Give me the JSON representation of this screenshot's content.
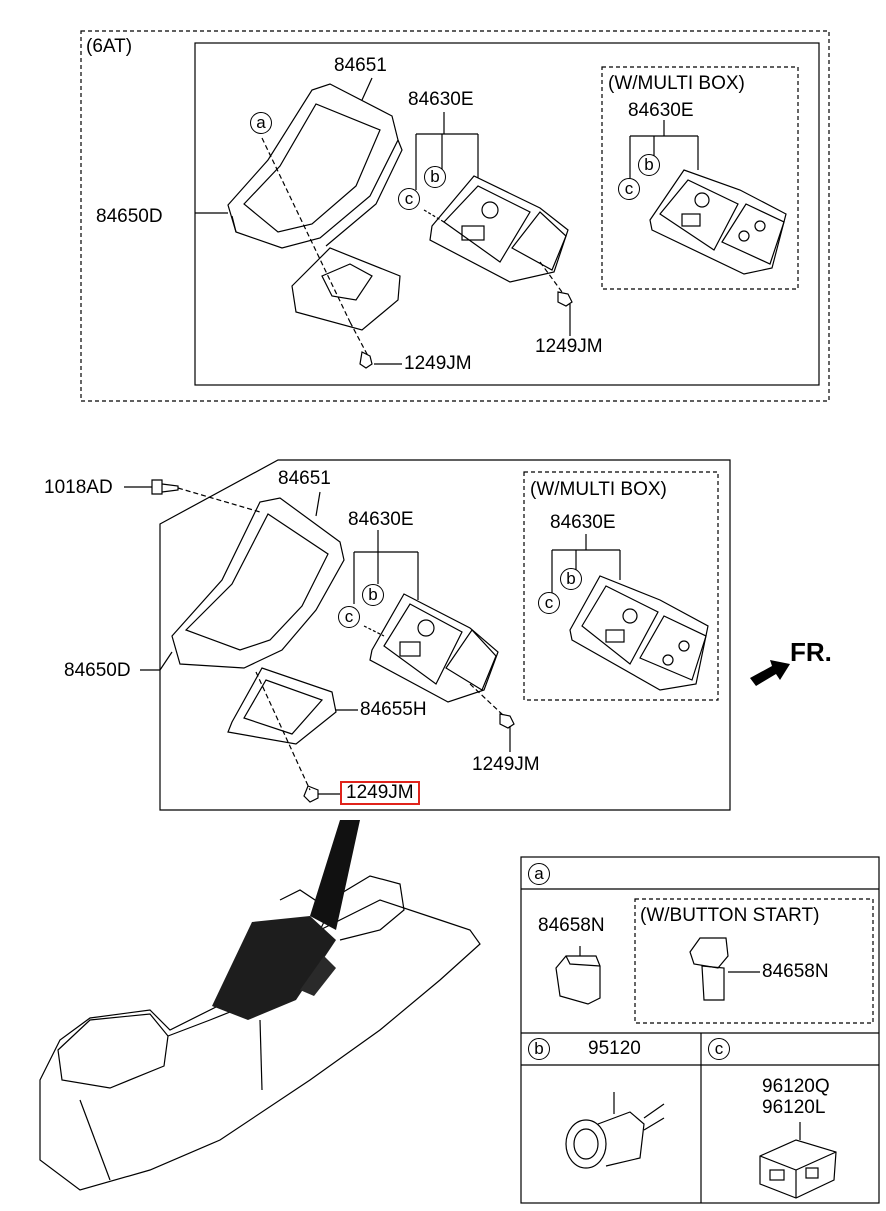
{
  "top_section": {
    "variant": "(6AT)",
    "part_84651": "84651",
    "part_84650D": "84650D",
    "part_84630E": "84630E",
    "callout_a": "a",
    "callout_b": "b",
    "callout_c": "c",
    "screw_left": "1249JM",
    "screw_right": "1249JM",
    "multibox": {
      "title": "(W/MULTI BOX)",
      "part": "84630E",
      "callout_b": "b",
      "callout_c": "c"
    }
  },
  "middle_section": {
    "part_1018AD": "1018AD",
    "part_84651": "84651",
    "part_84650D": "84650D",
    "part_84630E": "84630E",
    "part_84655H": "84655H",
    "callout_b": "b",
    "callout_c": "c",
    "screw_right": "1249JM",
    "screw_highlighted": "1249JM",
    "multibox": {
      "title": "(W/MULTI BOX)",
      "part": "84630E",
      "callout_b": "b",
      "callout_c": "c"
    },
    "direction": "FR."
  },
  "legend": {
    "a": {
      "key": "a",
      "part_left": "84658N",
      "button_start_title": "(W/BUTTON START)",
      "part_right": "84658N"
    },
    "b": {
      "key": "b",
      "part": "95120"
    },
    "c": {
      "key": "c",
      "part_line1": "96120Q",
      "part_line2": "96120L"
    }
  },
  "colors": {
    "highlight": "#e0241c",
    "line": "#000000"
  }
}
